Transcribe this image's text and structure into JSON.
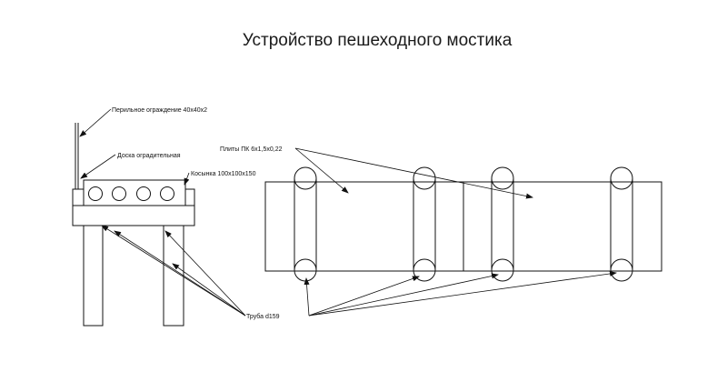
{
  "title": "Устройство пешеходного мостика",
  "labels": {
    "railing": "Перильное ограждение 40x40x2",
    "board": "Доска оградительная",
    "slabs": "Плиты ПК 6x1,5x0,22",
    "brace": "Косынка 100x100x150",
    "pipe": "Труба d159"
  }
}
